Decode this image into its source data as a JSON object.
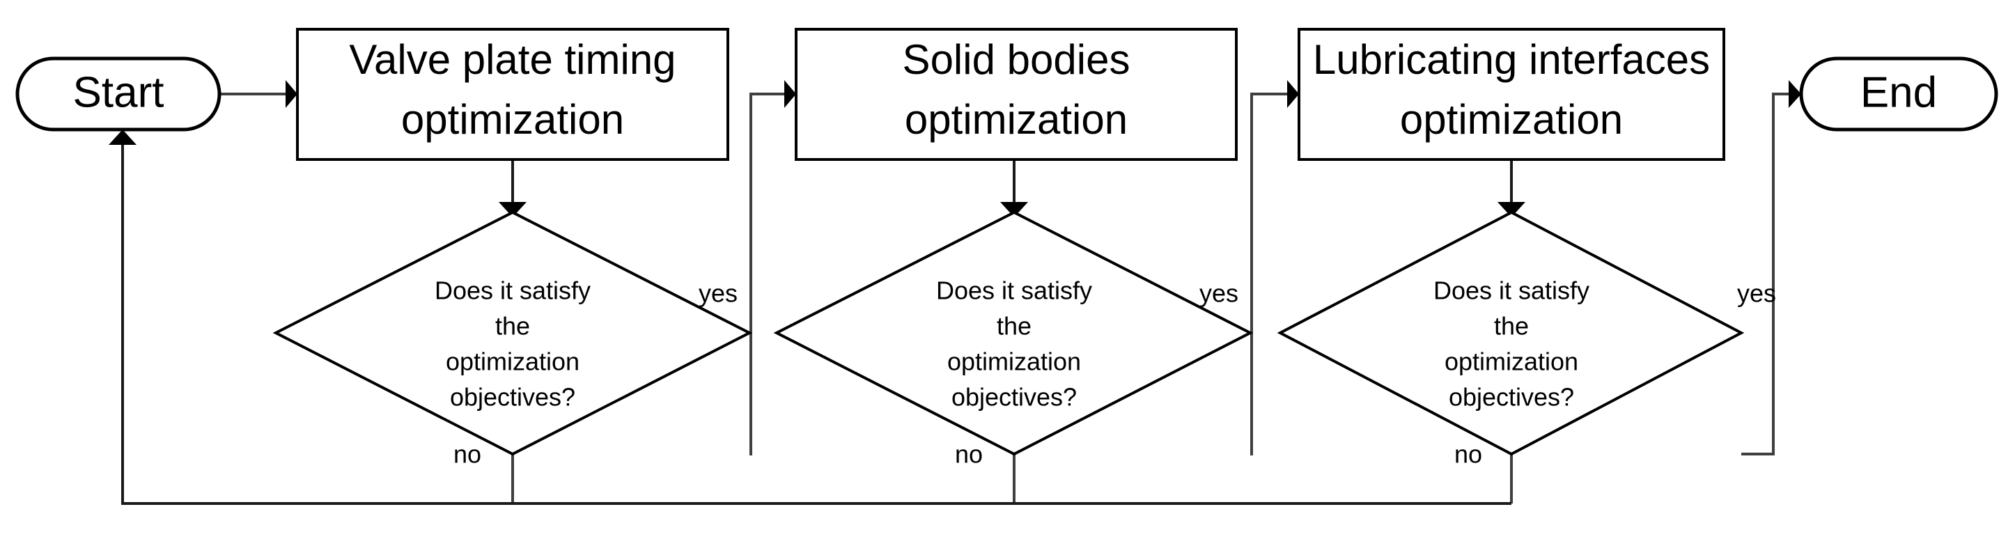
{
  "diagram": {
    "title": "Optimization workflow flowchart",
    "background_color": "#ffffff",
    "line_color": "#000000",
    "text_color": "#000000"
  },
  "nodes": {
    "start": {
      "label": "Start",
      "type": "terminator"
    },
    "end": {
      "label": "End",
      "type": "terminator"
    },
    "process_1": {
      "line1": "Valve plate timing",
      "line2": "optimization",
      "type": "process"
    },
    "process_2": {
      "line1": "Solid bodies",
      "line2": "optimization",
      "type": "process"
    },
    "process_3": {
      "line1": "Lubricating interfaces",
      "line2": "optimization",
      "type": "process"
    },
    "decision_1": {
      "type": "decision",
      "line1": "Does it satisfy",
      "line2": "the",
      "line3": "optimization",
      "line4": "objectives?",
      "yes_label": "yes",
      "no_label": "no"
    },
    "decision_2": {
      "type": "decision",
      "line1": "Does it satisfy",
      "line2": "the",
      "line3": "optimization",
      "line4": "objectives?",
      "yes_label": "yes",
      "no_label": "no"
    },
    "decision_3": {
      "type": "decision",
      "line1": "Does it satisfy",
      "line2": "the",
      "line3": "optimization",
      "line4": "objectives?",
      "yes_label": "yes",
      "no_label": "no"
    }
  }
}
